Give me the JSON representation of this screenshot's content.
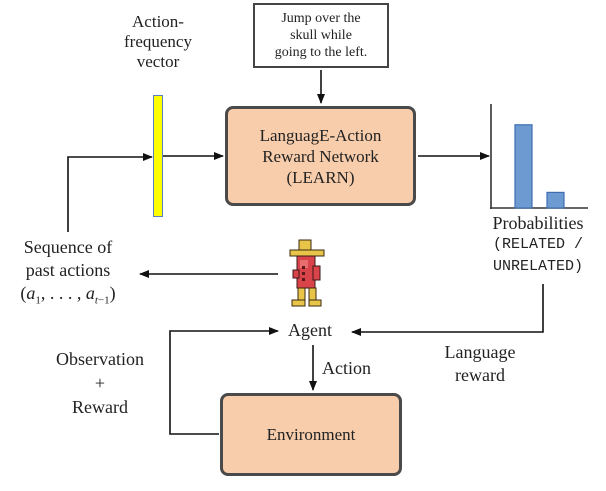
{
  "labels": {
    "action_frequency_vector": [
      "Action-",
      "frequency",
      "vector"
    ],
    "instruction": [
      "Jump over the",
      "skull while",
      "going to the left."
    ],
    "learn_box": [
      "LanguagE-Action",
      "Reward Network",
      "(LEARN)"
    ],
    "probabilities_title": "Probabilities",
    "probabilities_sub1": "(RELATED /",
    "probabilities_sub2": "UNRELATED)",
    "sequence": [
      "Sequence of",
      "past actions"
    ],
    "sequence_math": "(a1, ..., at-1)",
    "agent": "Agent",
    "action": "Action",
    "language_reward": [
      "Language",
      "reward"
    ],
    "observation": [
      "Observation",
      "+",
      "Reward"
    ],
    "environment": "Environment"
  },
  "colors": {
    "box_fill": "#f8cdac",
    "box_border": "#4a4a4a",
    "vector_fill": "#ffff00",
    "bar_fill": "#6d9bd1",
    "bar_border": "#3d6db0"
  },
  "chart_data": {
    "type": "bar",
    "categories": [
      "RELATED",
      "UNRELATED"
    ],
    "values": [
      0.8,
      0.15
    ],
    "title": "Probabilities",
    "xlabel": "(RELATED / UNRELATED)",
    "ylabel": "",
    "ylim": [
      0,
      1
    ]
  }
}
